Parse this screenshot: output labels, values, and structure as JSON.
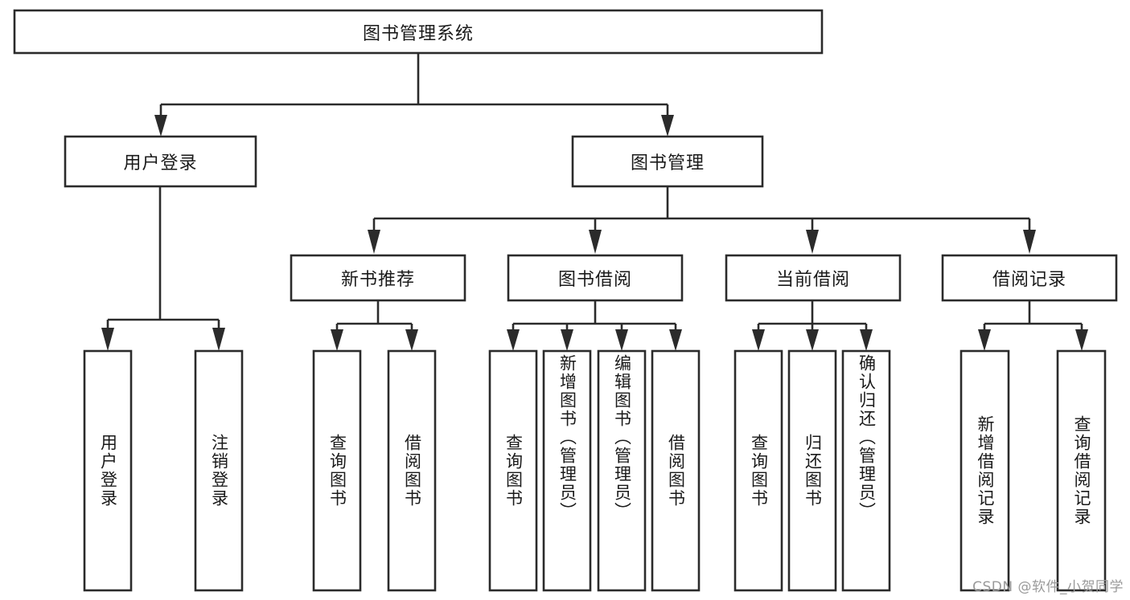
{
  "diagram": {
    "type": "tree-hierarchy-chart",
    "title": "图书管理系统",
    "watermark": "CSDN @软件_小贺同学",
    "colors": {
      "box_stroke": "#2b2b2b",
      "box_fill": "#ffffff",
      "text": "#1a1a1a",
      "watermark": "#9a9a9a",
      "background": "#ffffff"
    },
    "levels": {
      "level1": [
        {
          "id": "root",
          "label": "图书管理系统",
          "orientation": "horizontal"
        }
      ],
      "level2": [
        {
          "id": "user-login",
          "label": "用户登录",
          "orientation": "horizontal",
          "parent": "root"
        },
        {
          "id": "book-management",
          "label": "图书管理",
          "orientation": "horizontal",
          "parent": "root"
        }
      ],
      "level3": [
        {
          "id": "new-book-recommend",
          "label": "新书推荐",
          "orientation": "horizontal",
          "parent": "book-management"
        },
        {
          "id": "book-borrow",
          "label": "图书借阅",
          "orientation": "horizontal",
          "parent": "book-management"
        },
        {
          "id": "current-borrow",
          "label": "当前借阅",
          "orientation": "horizontal",
          "parent": "book-management"
        },
        {
          "id": "borrow-record",
          "label": "借阅记录",
          "orientation": "horizontal",
          "parent": "book-management"
        }
      ],
      "leaves": [
        {
          "id": "leaf-user-login",
          "label": "用户登录",
          "orientation": "vertical",
          "parent": "user-login"
        },
        {
          "id": "leaf-logout",
          "label": "注销登录",
          "orientation": "vertical",
          "parent": "user-login"
        },
        {
          "id": "leaf-query-book-1",
          "label": "查询图书",
          "orientation": "vertical",
          "parent": "new-book-recommend"
        },
        {
          "id": "leaf-borrow-book-1",
          "label": "借阅图书",
          "orientation": "vertical",
          "parent": "new-book-recommend"
        },
        {
          "id": "leaf-query-book-2",
          "label": "查询图书",
          "orientation": "vertical",
          "parent": "book-borrow"
        },
        {
          "id": "leaf-add-book",
          "label": "新增图书（管理员）",
          "orientation": "vertical",
          "parent": "book-borrow"
        },
        {
          "id": "leaf-edit-book",
          "label": "编辑图书（管理员）",
          "orientation": "vertical",
          "parent": "book-borrow"
        },
        {
          "id": "leaf-borrow-book-2",
          "label": "借阅图书",
          "orientation": "vertical",
          "parent": "book-borrow"
        },
        {
          "id": "leaf-query-book-3",
          "label": "查询图书",
          "orientation": "vertical",
          "parent": "current-borrow"
        },
        {
          "id": "leaf-return-book",
          "label": "归还图书",
          "orientation": "vertical",
          "parent": "current-borrow"
        },
        {
          "id": "leaf-confirm-return",
          "label": "确认归还（管理员）",
          "orientation": "vertical",
          "parent": "current-borrow"
        },
        {
          "id": "leaf-add-record",
          "label": "新增借阅记录",
          "orientation": "vertical",
          "parent": "borrow-record"
        },
        {
          "id": "leaf-query-record",
          "label": "查询借阅记录",
          "orientation": "vertical",
          "parent": "borrow-record"
        }
      ]
    }
  }
}
